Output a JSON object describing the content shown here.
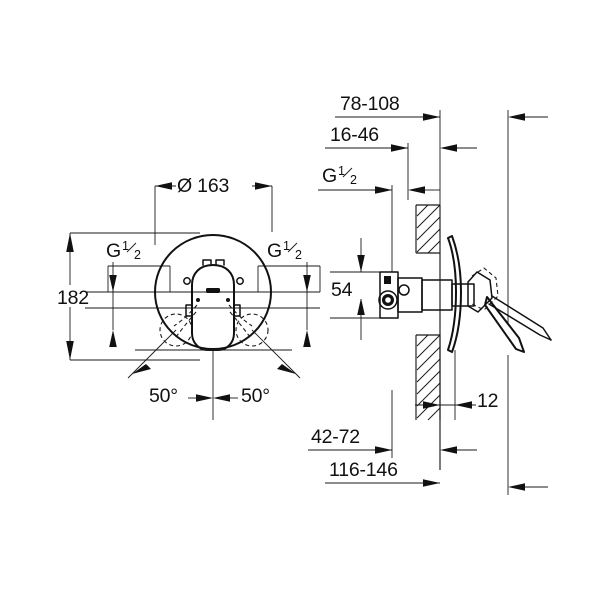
{
  "drawing": {
    "title": "Concealed single-lever mixer installation drawing",
    "background_color": "#ffffff",
    "line_color": "#111111",
    "views": {
      "front": {
        "name": "front-view",
        "plate_diameter_label": "Ø 163",
        "height_label": "182",
        "angle_left_label": "50°",
        "angle_right_label": "50°",
        "thread_left_label": "G",
        "thread_left_fraction_num": "1",
        "thread_left_fraction_den": "2",
        "thread_right_label": "G",
        "thread_right_fraction_num": "1",
        "thread_right_fraction_den": "2"
      },
      "side": {
        "name": "side-section-view",
        "dim_78_108": "78-108",
        "dim_16_46": "16-46",
        "thread_label": "G",
        "thread_fraction_num": "1",
        "thread_fraction_den": "2",
        "dim_54": "54",
        "dim_12": "12",
        "dim_42_72": "42-72",
        "dim_116_146": "116-146"
      }
    }
  }
}
